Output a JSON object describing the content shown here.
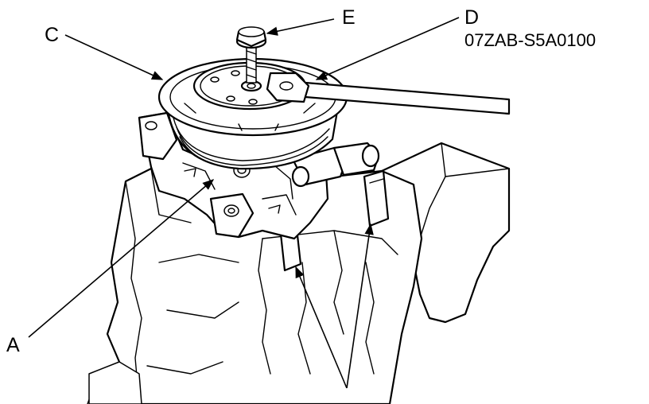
{
  "labels": {
    "a": "A",
    "c": "C",
    "d": "D",
    "e": "E",
    "tool_number": "07ZAB-S5A0100"
  },
  "colors": {
    "line": "#000000",
    "background": "#ffffff"
  }
}
